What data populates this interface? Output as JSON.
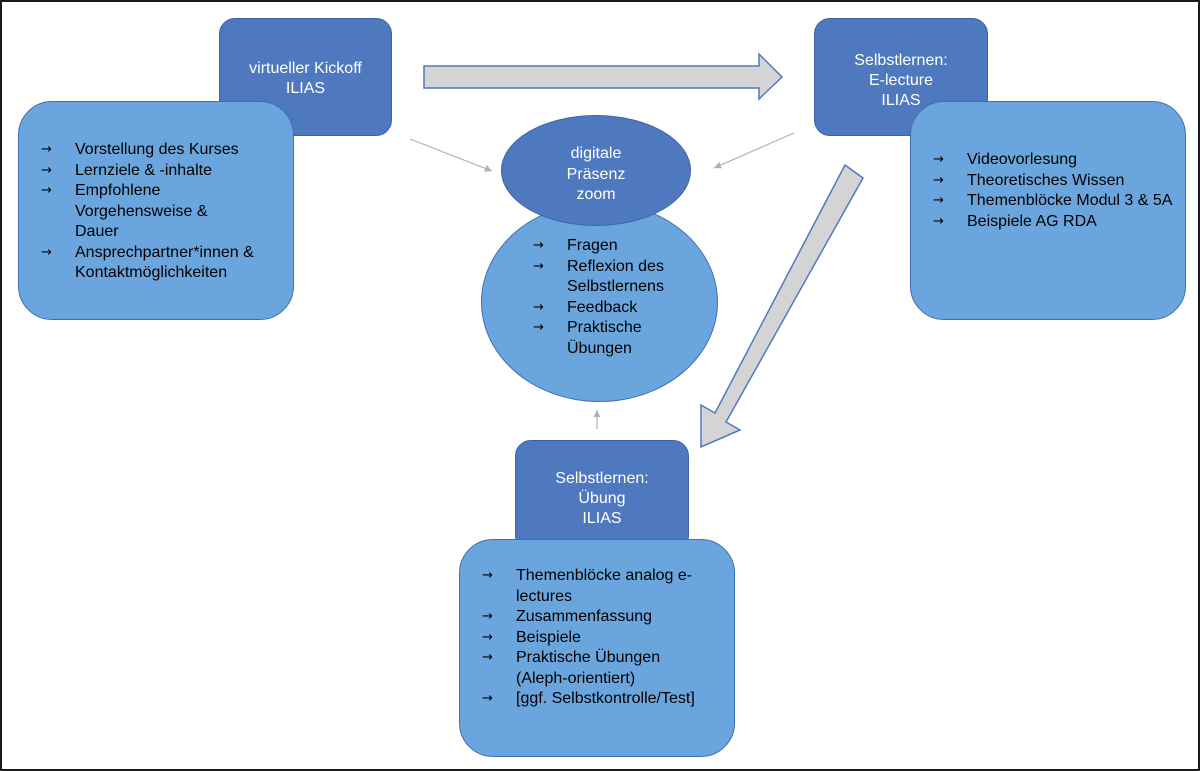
{
  "kickoff": {
    "title_lines": [
      "virtueller Kickoff",
      "ILIAS"
    ],
    "items": [
      "Vorstellung des Kurses",
      "Lernziele & -inhalte",
      "Empfohlene Vorgehensweise & Dauer",
      "Ansprechpartner*innen & Kontaktmöglichkeiten"
    ]
  },
  "electure": {
    "title_lines": [
      "Selbstlernen:",
      "E-lecture",
      "ILIAS"
    ],
    "items": [
      "Videovorlesung",
      "Theoretisches Wissen",
      "Themenblöcke Modul 3 & 5A",
      "Beispiele AG RDA"
    ]
  },
  "center": {
    "title_lines": [
      "digitale",
      "Präsenz",
      "zoom"
    ],
    "items": [
      "Fragen",
      "Reflexion des Selbstlernens",
      "Feedback",
      "Praktische Übungen"
    ]
  },
  "uebung": {
    "title_lines": [
      "Selbstlernen:",
      "Übung",
      "ILIAS"
    ],
    "items": [
      "Themenblöcke analog e-lectures",
      "Zusammenfassung",
      "Beispiele",
      "Praktische Übungen (Aleph-orientiert)",
      "[ggf. Selbstkontrolle/Test]"
    ]
  },
  "bullet_glyph": "→",
  "colors": {
    "header_fill": "#4f79bf",
    "body_fill": "#6aa6dd",
    "arrow_fill": "#d4d4d4",
    "connector": "#b0b0b0"
  }
}
